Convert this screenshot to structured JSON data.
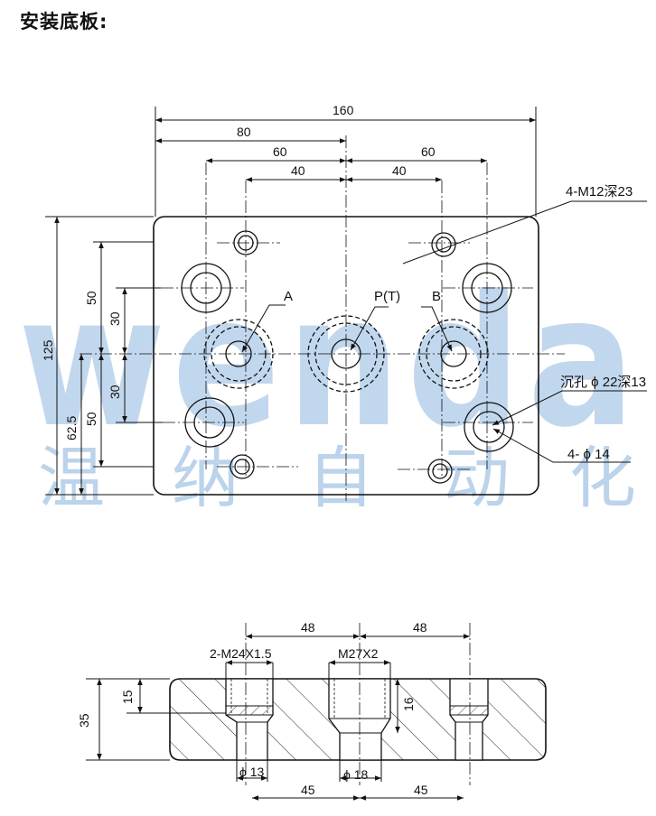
{
  "title": "安装底板:",
  "top_view": {
    "dims": {
      "width_total": "160",
      "center_80": "80",
      "left_60": "60",
      "right_60": "60",
      "left_40": "40",
      "right_40": "40",
      "height_125": "125",
      "v50_upper": "50",
      "v30_upper": "30",
      "v30_lower": "30",
      "v62_5": "62.5",
      "v50_lower": "50"
    },
    "callouts": {
      "thread": "4-M12深23",
      "port_a": "A",
      "port_p": "P(T)",
      "port_b": "B",
      "counterbore": "沉孔 ϕ 22深13",
      "holes": "4- ϕ 14"
    }
  },
  "section_view": {
    "dims": {
      "top_48_left": "48",
      "top_48_right": "48",
      "thread_m24": "2-M24X1.5",
      "thread_m27": "M27X2",
      "height_35": "35",
      "depth_15": "15",
      "depth_16": "16",
      "dia_13": "ϕ 13",
      "dia_18": "ϕ 18",
      "bottom_45_left": "45",
      "bottom_45_right": "45"
    }
  },
  "watermark": {
    "latin": "wenda",
    "chinese": [
      "温",
      "纳",
      "自",
      "动",
      "化"
    ]
  }
}
